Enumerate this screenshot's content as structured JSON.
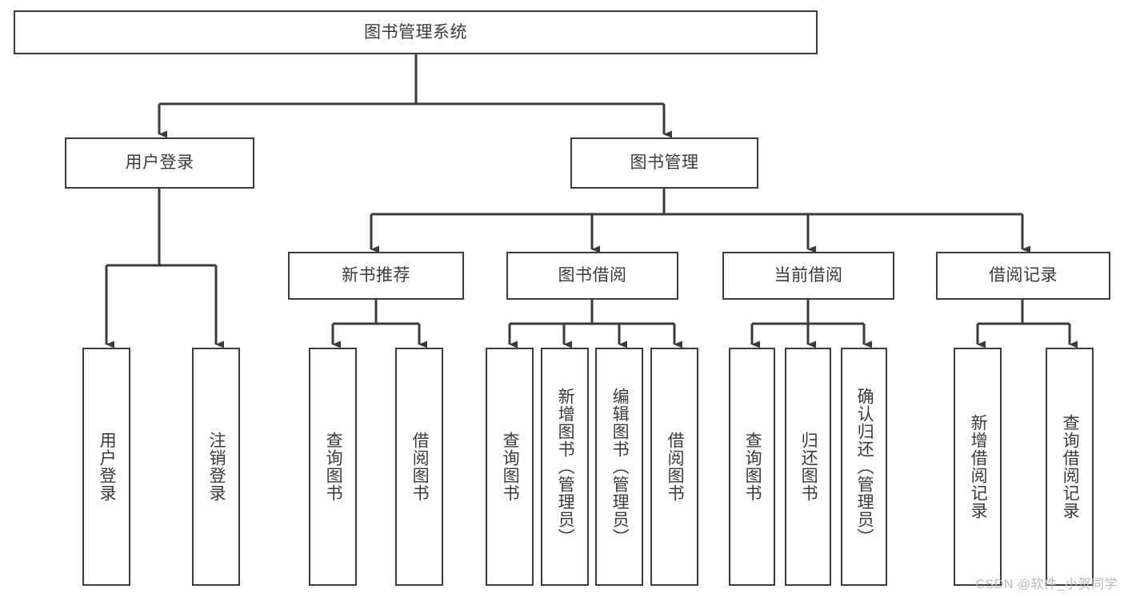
{
  "diagram": {
    "title": "图书管理系统",
    "watermark": "CSDN @软件_小贺同学",
    "colors": {
      "background": "#ffffff",
      "box_border": "#3b3b3b",
      "box_fill": "#ffffff",
      "text": "#3a3a3a",
      "connector": "#3b3b3b",
      "watermark": "#b9b9b9"
    },
    "nodes": {
      "root": {
        "label": "图书管理系统",
        "orientation": "horizontal"
      },
      "l1": [
        {
          "id": "user_login",
          "label": "用户登录",
          "orientation": "horizontal"
        },
        {
          "id": "book_manage",
          "label": "图书管理",
          "orientation": "horizontal"
        }
      ],
      "l2": [
        {
          "id": "new_book_rec",
          "label": "新书推荐",
          "orientation": "horizontal"
        },
        {
          "id": "book_borrow",
          "label": "图书借阅",
          "orientation": "horizontal"
        },
        {
          "id": "current_borrow",
          "label": "当前借阅",
          "orientation": "horizontal"
        },
        {
          "id": "borrow_record",
          "label": "借阅记录",
          "orientation": "horizontal"
        }
      ],
      "leaves": {
        "user_login": [
          {
            "id": "leaf_user_login",
            "label": "用户登录",
            "orientation": "vertical"
          },
          {
            "id": "leaf_logout",
            "label": "注销登录",
            "orientation": "vertical"
          }
        ],
        "new_book_rec": [
          {
            "id": "leaf_query_book_1",
            "label": "查询图书",
            "orientation": "vertical"
          },
          {
            "id": "leaf_borrow_book_1",
            "label": "借阅图书",
            "orientation": "vertical"
          }
        ],
        "book_borrow": [
          {
            "id": "leaf_query_book_2",
            "label": "查询图书",
            "orientation": "vertical"
          },
          {
            "id": "leaf_add_book",
            "label": "新增图书（管理员）",
            "orientation": "vertical"
          },
          {
            "id": "leaf_edit_book",
            "label": "编辑图书（管理员）",
            "orientation": "vertical"
          },
          {
            "id": "leaf_borrow_book_2",
            "label": "借阅图书",
            "orientation": "vertical"
          }
        ],
        "current_borrow": [
          {
            "id": "leaf_query_book_3",
            "label": "查询图书",
            "orientation": "vertical"
          },
          {
            "id": "leaf_return_book",
            "label": "归还图书",
            "orientation": "vertical"
          },
          {
            "id": "leaf_confirm_return",
            "label": "确认归还（管理员）",
            "orientation": "vertical"
          }
        ],
        "borrow_record": [
          {
            "id": "leaf_add_record",
            "label": "新增借阅记录",
            "orientation": "vertical"
          },
          {
            "id": "leaf_query_record",
            "label": "查询借阅记录",
            "orientation": "vertical"
          }
        ]
      }
    }
  }
}
